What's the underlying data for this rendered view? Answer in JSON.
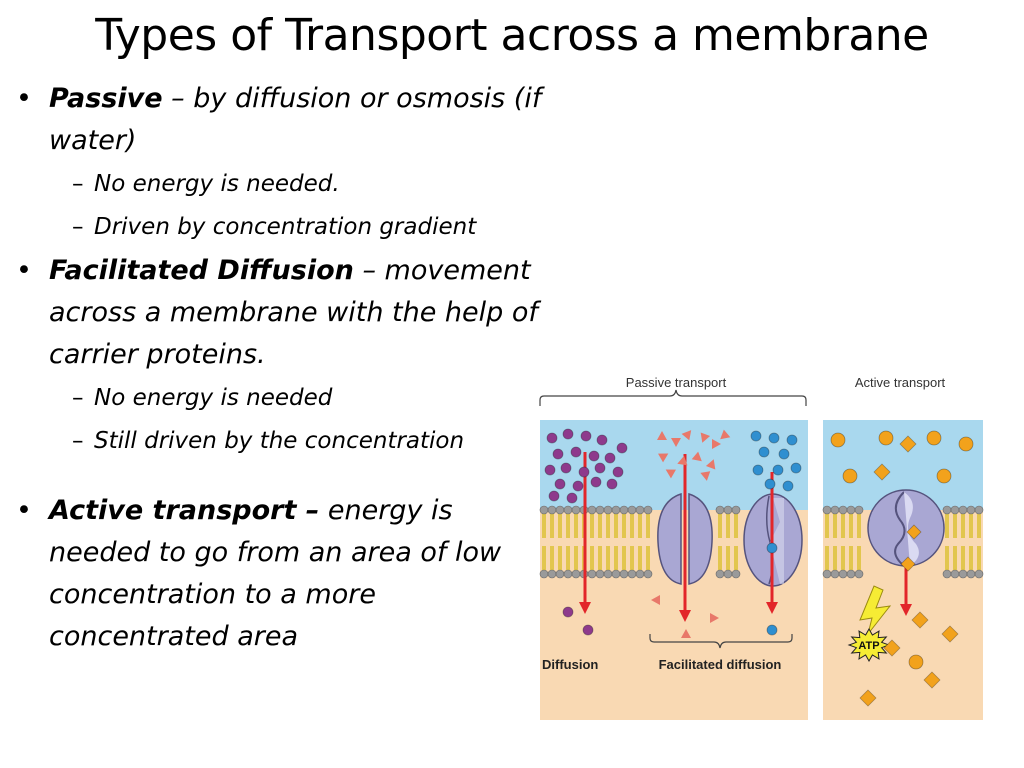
{
  "slide": {
    "title": "Types of Transport across a membrane",
    "bullets": [
      {
        "bold": "Passive",
        "text": " – by diffusion or osmosis (if water)",
        "subs": [
          "No energy is needed.",
          "Driven by concentration gradient"
        ]
      },
      {
        "bold": "Facilitated Diffusion",
        "text": " – movement across a membrane with the help of carrier proteins.",
        "subs": [
          "No energy is needed",
          "Still driven by the concentration"
        ]
      },
      {
        "bold": "Active transport –",
        "text": " energy is needed to go from an area of low concentration to a more concentrated area",
        "subs": []
      }
    ]
  },
  "figure": {
    "passive_label": "Passive transport",
    "active_label": "Active transport",
    "diffusion_label": "Diffusion",
    "facilitated_label": "Facilitated diffusion",
    "atp_label": "ATP",
    "colors": {
      "extracellular": "#a9d8ee",
      "intracellular": "#f9d9b3",
      "lipid_head": "#9a9a9a",
      "lipid_tail": "#e2c64e",
      "protein": "#a9a7d3",
      "arrow": "#e2262a",
      "diffusion_particle": "#8e3a8c",
      "facilitated_particle": "#e8786a",
      "blue_particle": "#2f8fd0",
      "active_particle": "#f2a21c",
      "atp": "#f6ec34"
    }
  }
}
